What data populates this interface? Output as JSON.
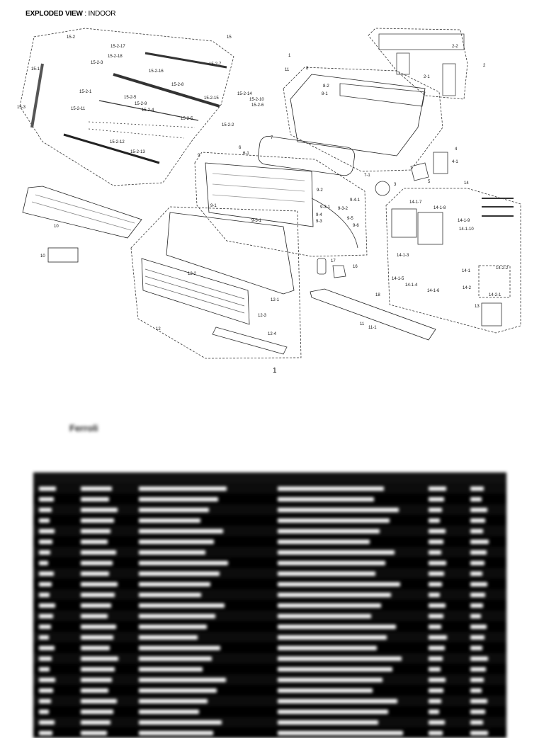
{
  "header": {
    "title_bold": "EXPLODED VIEW",
    "title_rest": " : INDOOR"
  },
  "diagram": {
    "labels": [
      "15-2",
      "15",
      "15-2-17",
      "15-2-18",
      "15-2-3",
      "15-2-16",
      "15-2-7",
      "15-1",
      "15-2-1",
      "15-2-5",
      "15-2-8",
      "15-2-9",
      "15-2-4",
      "15-2-11",
      "15-2-15",
      "15-2-14",
      "15-2-10",
      "15-2-6",
      "15-2-5",
      "15-2-2",
      "15-3",
      "15-2-12",
      "15-2-13",
      "1",
      "11",
      "8",
      "8-2",
      "8-1",
      "2-2",
      "2",
      "2-1",
      "7",
      "6",
      "6-1",
      "7-1",
      "3",
      "4",
      "4-1",
      "5",
      "9",
      "9-2",
      "9-1",
      "9-3-1",
      "9-4",
      "9-4-1",
      "9-3-2",
      "9-5-1",
      "9-3",
      "9-5",
      "9-6",
      "14",
      "14-1-7",
      "14-1-8",
      "14-1-9",
      "14-1-10",
      "14-1-3",
      "14-1-5",
      "14-1-6",
      "14-1-4",
      "14-1",
      "14-2",
      "14-2-2",
      "14-2-1",
      "13",
      "10",
      "12-2",
      "12-1",
      "12",
      "12-3",
      "12-4",
      "17",
      "16",
      "18",
      "11",
      "11-1",
      "10"
    ],
    "page_number": "1"
  },
  "blurred_page": {
    "logo": "Ferroli",
    "doc_code": "",
    "caption": "",
    "columns": [
      "",
      "",
      "",
      "",
      "",
      ""
    ],
    "rows": 24
  }
}
